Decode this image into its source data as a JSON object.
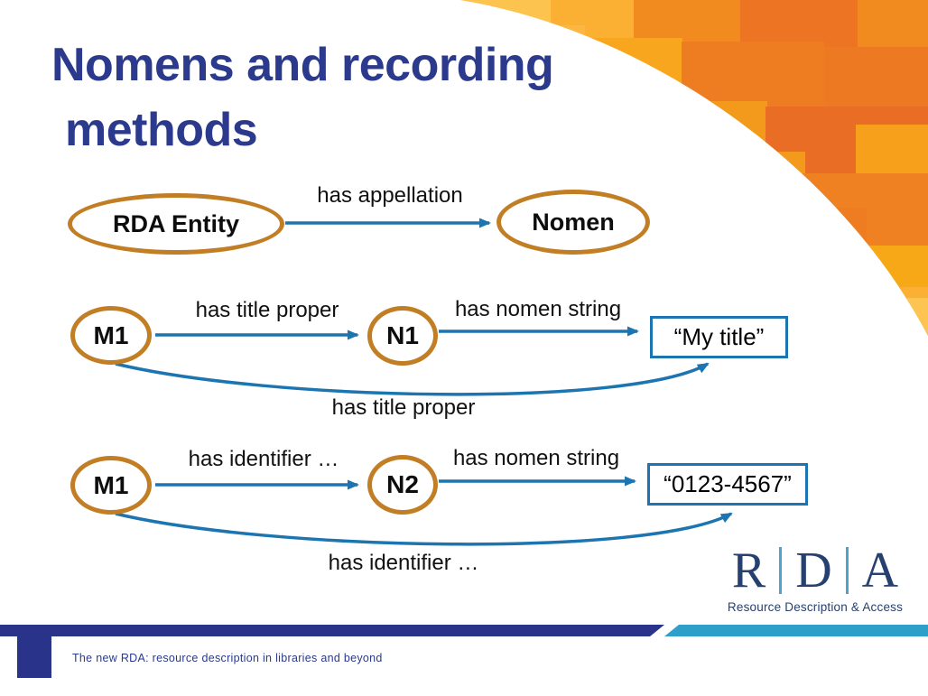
{
  "slide": {
    "title_line1": "Nomens and recording",
    "title_line2": "methods"
  },
  "diagram": {
    "row1": {
      "source": "RDA Entity",
      "relation": "has appellation",
      "target": "Nomen"
    },
    "row2": {
      "source": "M1",
      "relation1": "has title proper",
      "node": "N1",
      "relation2": "has nomen string",
      "value": "“My title”",
      "swoosh_label": "has title proper"
    },
    "row3": {
      "source": "M1",
      "relation1": "has identifier …",
      "node": "N2",
      "relation2": "has nomen string",
      "value": "“0123-4567”",
      "swoosh_label": "has identifier …"
    }
  },
  "logo": {
    "letters": [
      "R",
      "D",
      "A"
    ],
    "tagline": "Resource Description & Access"
  },
  "footer": {
    "text": "The new RDA: resource description in libraries and beyond"
  },
  "colors": {
    "title_blue": "#2B3A8C",
    "node_stroke": "#C27E25",
    "arrow_blue": "#1C74B0",
    "value_box_border": "#1C74B0",
    "footer_navy": "#283389",
    "footer_light_blue": "#2E9FC9",
    "logo_navy": "#26406F",
    "logo_separator": "#49A5CE",
    "mosaic_base_orange": "#F7A01B"
  }
}
